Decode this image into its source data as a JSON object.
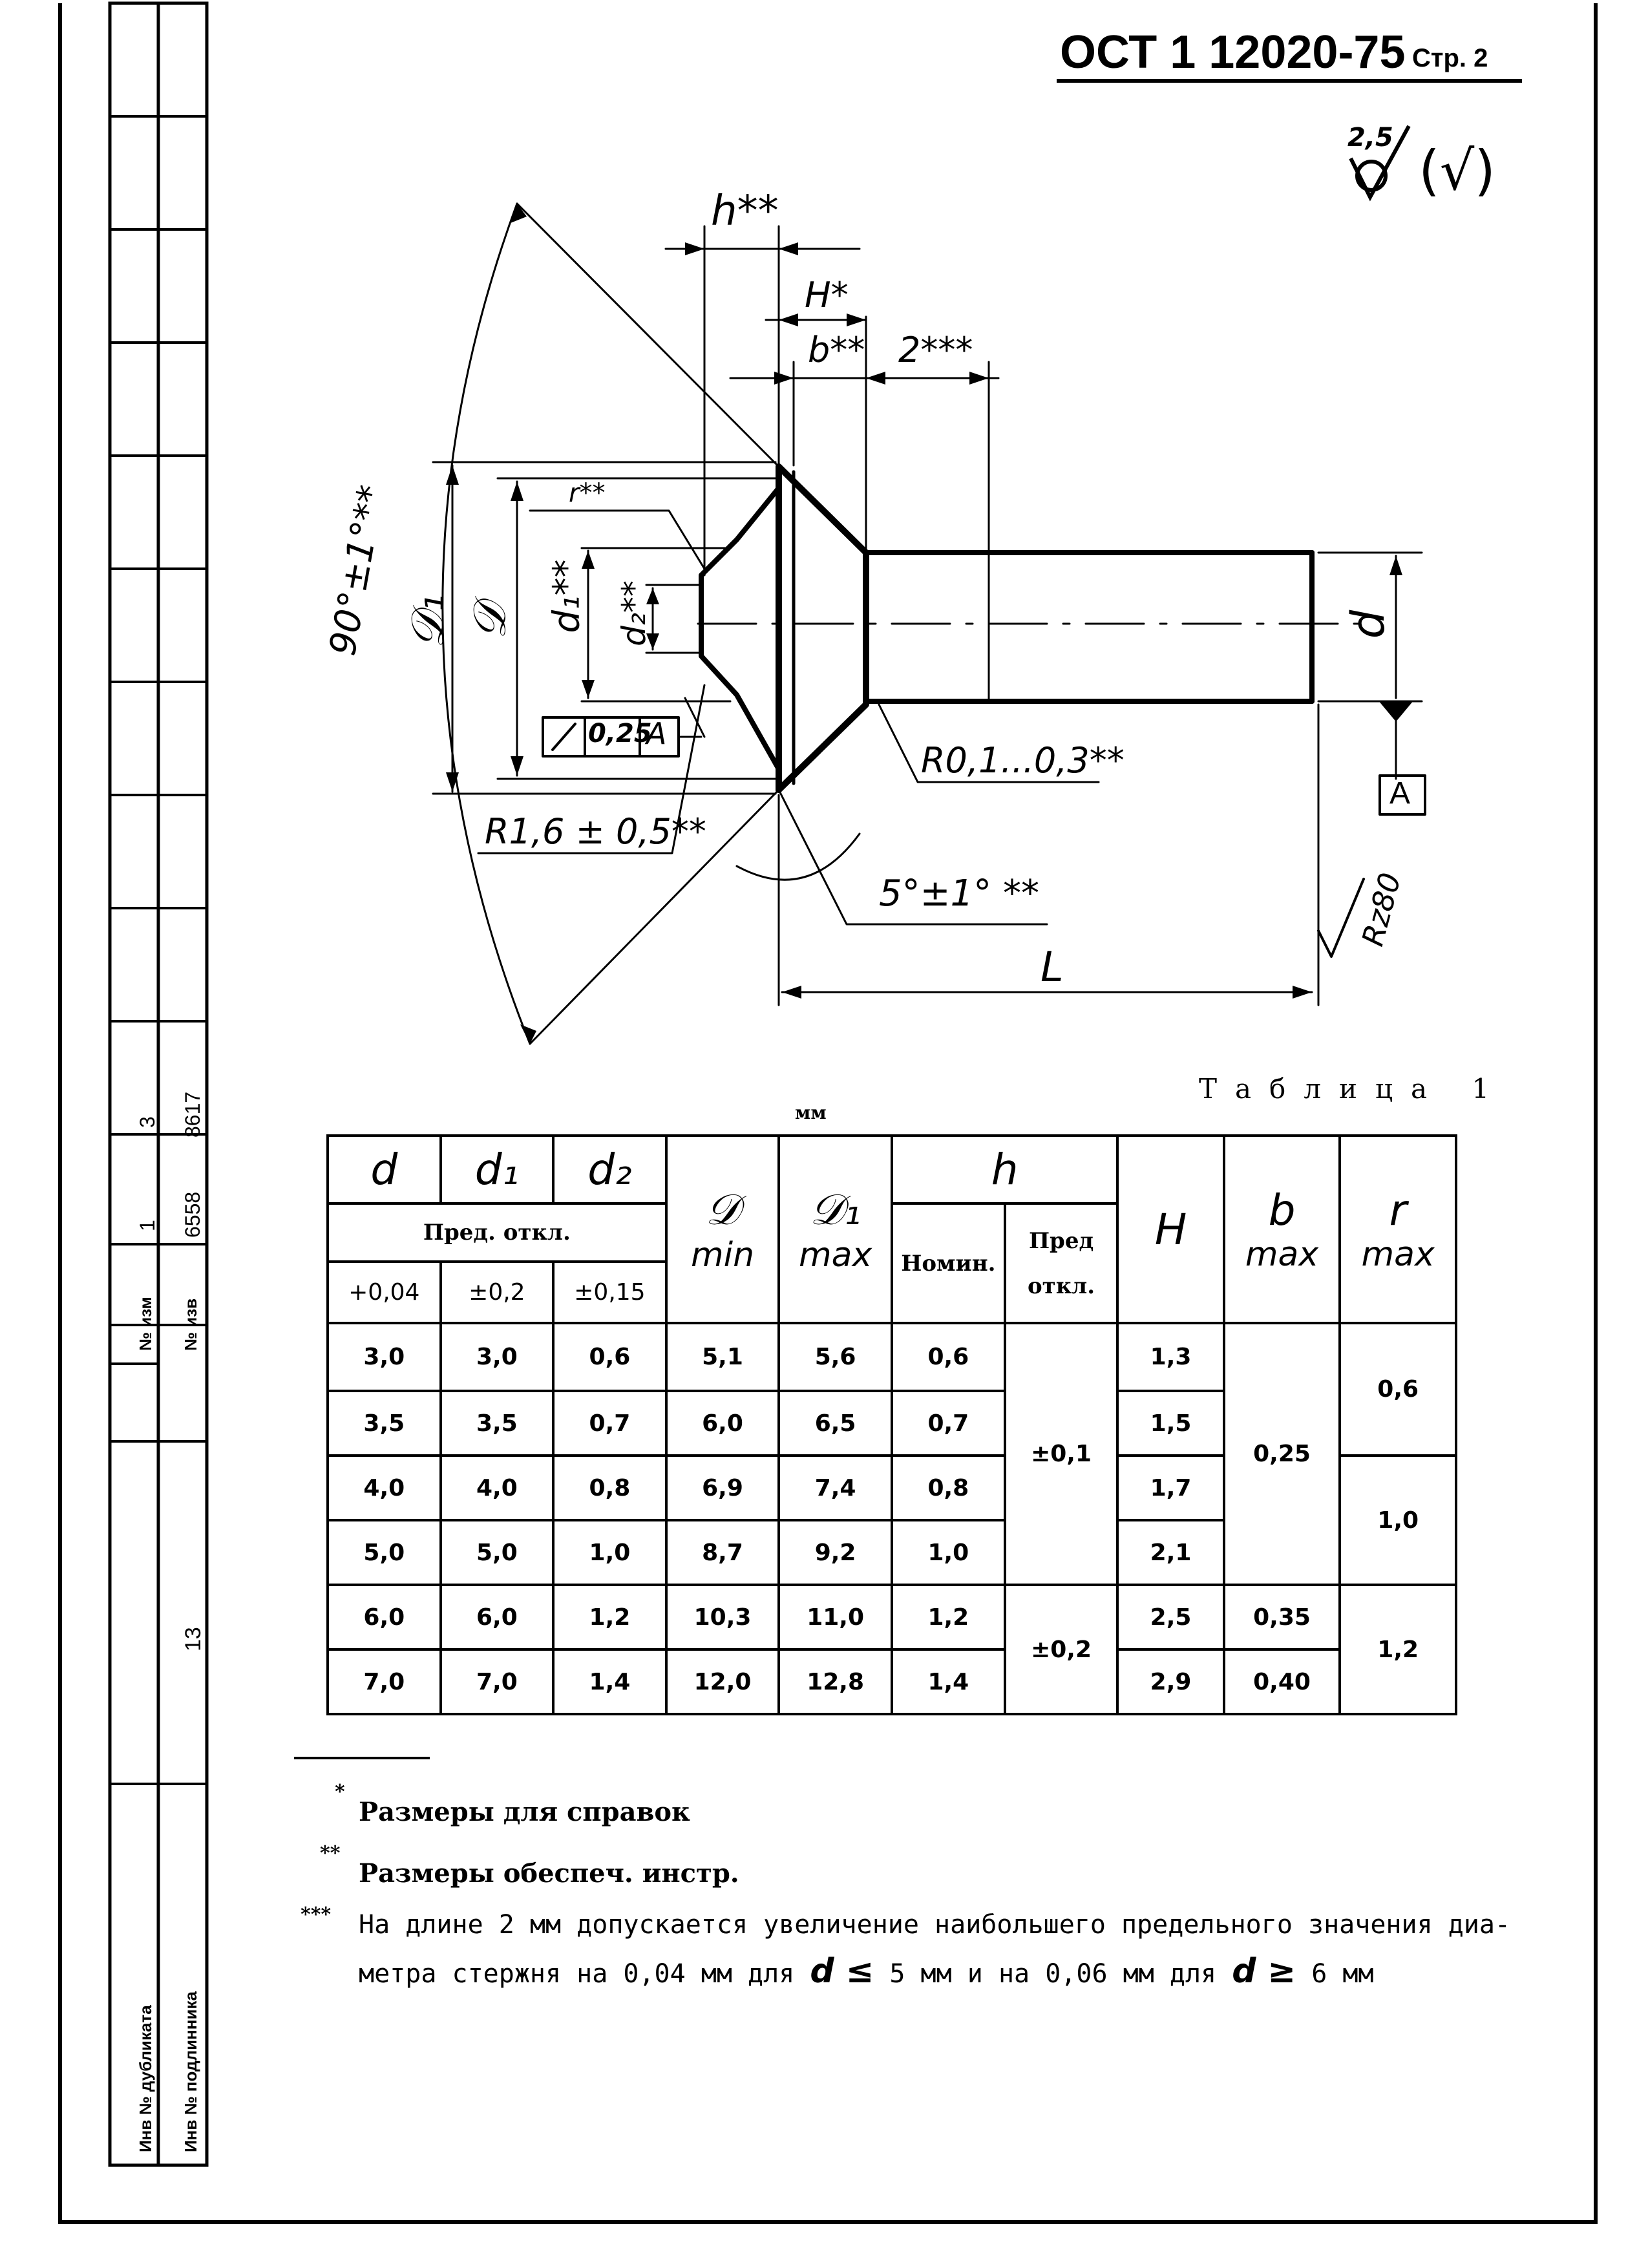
{
  "header": {
    "doc_code": "ОСТ 1 12020-75",
    "page_label": "Стр. 2"
  },
  "roughness": {
    "value": "2,5",
    "rest": "(√)"
  },
  "drawing": {
    "labels": {
      "h": "h**",
      "H": "H*",
      "b": "b**",
      "two": "2***",
      "r": "r**",
      "D1": "𝒟₁",
      "D": "𝒟",
      "d1": "d₁**",
      "d2": "d₂**",
      "d": "d",
      "angle90": "90°±1°**",
      "tol_frame_val": "0,25",
      "tol_frame_datum": "A",
      "R16": "R1,6 ± 0,5**",
      "R01": "R0,1...0,3**",
      "angle5": "5°±1° **",
      "L": "L",
      "datum_A": "A",
      "Rz": "Rz80"
    }
  },
  "table": {
    "caption": "Таблица 1",
    "units": "мм",
    "headers": {
      "d": "d",
      "d1": "d₁",
      "d2": "d₂",
      "D": "𝒟",
      "D_sub": "min",
      "D1": "𝒟₁",
      "D1_sub": "max",
      "h": "h",
      "h_nom": "Номин.",
      "h_dev_1": "Пред",
      "h_dev_2": "откл.",
      "H": "H",
      "b": "b",
      "b_sub": "max",
      "r": "r",
      "r_sub": "max",
      "tol_group": "Пред. откл.",
      "tol_d": "+0,04",
      "tol_d1": "±0,2",
      "tol_d2": "±0,15"
    },
    "rows": [
      {
        "d": "3,0",
        "d1": "3,0",
        "d2": "0,6",
        "D": "5,1",
        "D1": "5,6",
        "h": "0,6",
        "H": "1,3"
      },
      {
        "d": "3,5",
        "d1": "3,5",
        "d2": "0,7",
        "D": "6,0",
        "D1": "6,5",
        "h": "0,7",
        "H": "1,5"
      },
      {
        "d": "4,0",
        "d1": "4,0",
        "d2": "0,8",
        "D": "6,9",
        "D1": "7,4",
        "h": "0,8",
        "H": "1,7"
      },
      {
        "d": "5,0",
        "d1": "5,0",
        "d2": "1,0",
        "D": "8,7",
        "D1": "9,2",
        "h": "1,0",
        "H": "2,1"
      },
      {
        "d": "6,0",
        "d1": "6,0",
        "d2": "1,2",
        "D": "10,3",
        "D1": "11,0",
        "h": "1,2",
        "H": "2,5"
      },
      {
        "d": "7,0",
        "d1": "7,0",
        "d2": "1,4",
        "D": "12,0",
        "D1": "12,8",
        "h": "1,4",
        "H": "2,9"
      }
    ],
    "merged": {
      "h_dev_a": "±0,1",
      "h_dev_b": "±0,2",
      "b_a": "0,25",
      "b_b": "0,35",
      "b_c": "0,40",
      "r_a": "0,6",
      "r_b": "1,0",
      "r_c": "1,2"
    }
  },
  "notes": [
    {
      "mark": "*",
      "text": "Размеры для справок"
    },
    {
      "mark": "**",
      "text": "Размеры обеспеч. инстр."
    },
    {
      "mark": "***",
      "text_1": "На длине 2 мм допускается увеличение наибольшего предельного значения диа-",
      "text_2a": "метра стержня на 0,04 мм для",
      "sym_1": "d ≤",
      "text_2b": "5 мм и на 0,06 мм для",
      "sym_2": "d ≥",
      "text_2c": "6 мм"
    }
  ],
  "side_strip": {
    "rev_col_1": "3",
    "rev_col_2": "1",
    "rev_num_1": "8617",
    "rev_num_2": "6558",
    "label_izm": "№ изм",
    "label_izv": "№ изв",
    "sheet_num": "13",
    "label_dub": "Инв № дубликата",
    "label_podl": "Инв № подлинника"
  }
}
